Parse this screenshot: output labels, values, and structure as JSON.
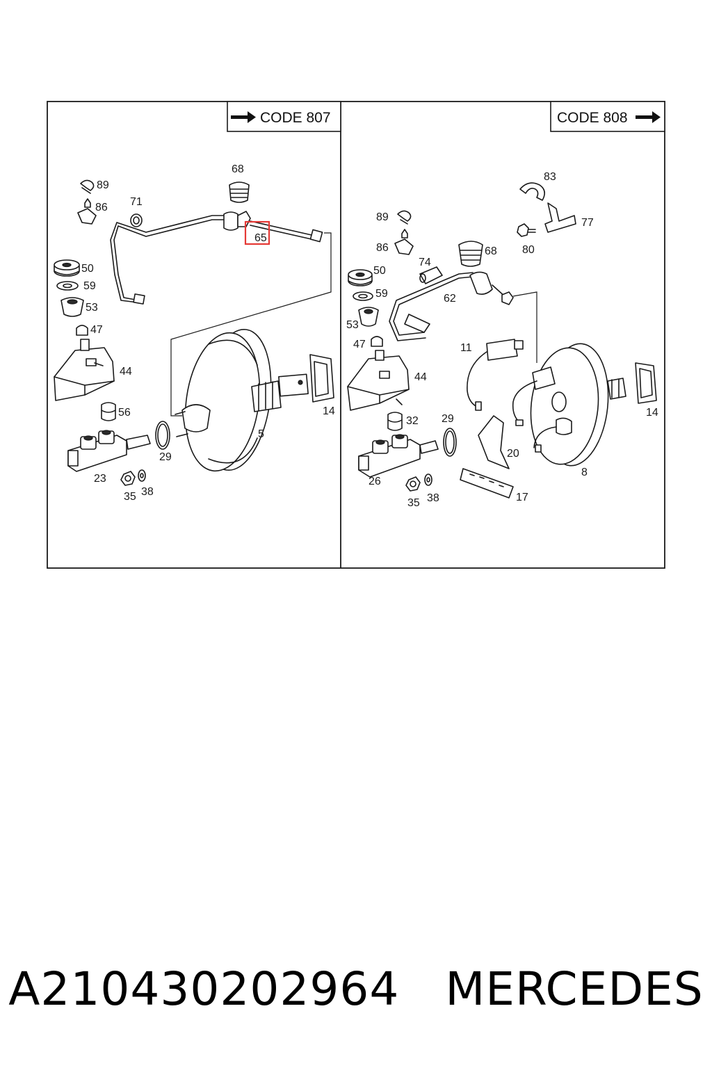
{
  "diagram": {
    "left_panel": {
      "header": "CODE 807",
      "callouts": {
        "c68": "68",
        "c89": "89",
        "c86": "86",
        "c71": "71",
        "c65": "65",
        "c50": "50",
        "c59": "59",
        "c53": "53",
        "c47": "47",
        "c44": "44",
        "c56": "56",
        "c29": "29",
        "c23": "23",
        "c35": "35",
        "c38": "38",
        "c5": "5",
        "c14": "14"
      }
    },
    "right_panel": {
      "header": "CODE 808",
      "callouts": {
        "c83": "83",
        "c77": "77",
        "c80": "80",
        "c89": "89",
        "c86": "86",
        "c68": "68",
        "c74": "74",
        "c50": "50",
        "c59": "59",
        "c62": "62",
        "c53": "53",
        "c47": "47",
        "c11": "11",
        "c44": "44",
        "c29": "29",
        "c32": "32",
        "c20": "20",
        "c26": "26",
        "c35": "35",
        "c38": "38",
        "c17": "17",
        "c14": "14",
        "c8": "8"
      }
    },
    "highlight_color": "#e53935",
    "arrow_icon": "right-arrow-icon"
  },
  "footer": {
    "part_number": "A210430202964",
    "brand": "MERCEDES"
  }
}
